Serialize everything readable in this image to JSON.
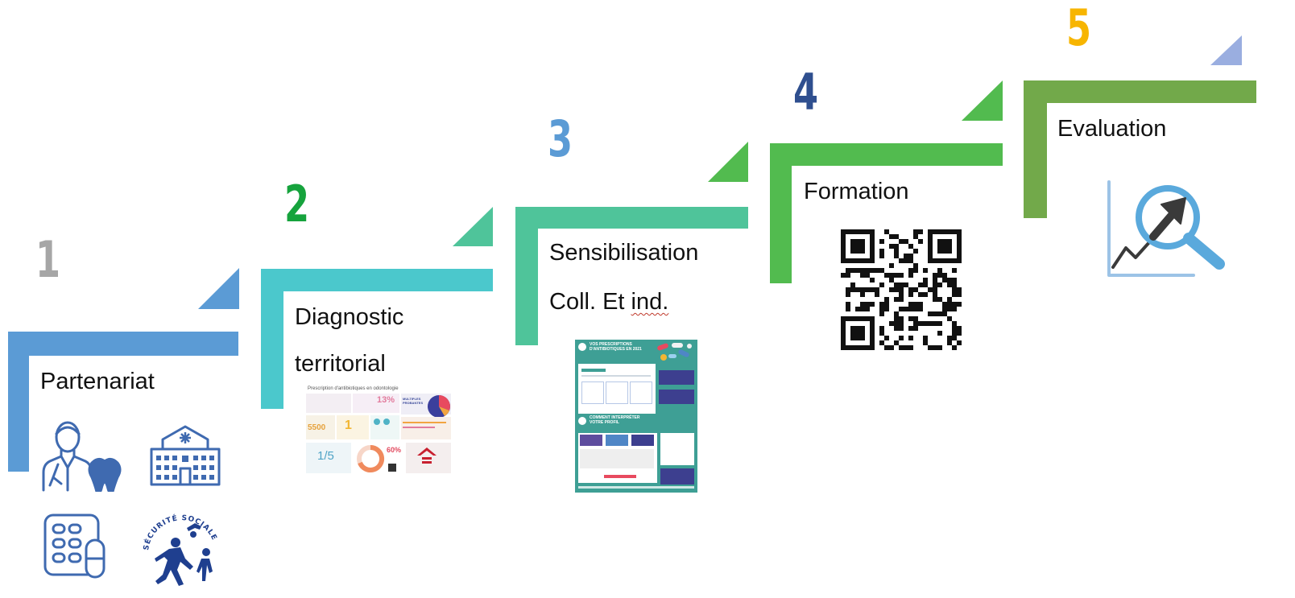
{
  "colors": {
    "step1": "#5b9bd5",
    "step2": "#4bc8cc",
    "step3": "#4fc49a",
    "step4": "#52bb4f",
    "step5": "#72a94a",
    "num1": "#a6a6a6",
    "num2": "#16a33d",
    "num3": "#5b9bd5",
    "num4": "#2f4f8f",
    "num5": "#f7b500"
  },
  "steps": [
    {
      "number": "1",
      "label": "Partenariat",
      "icons": [
        "doctor-tooth-icon",
        "hospital-icon",
        "pill-box-icon",
        "securite-sociale-logo"
      ]
    },
    {
      "number": "2",
      "label_line1": "Diagnostic",
      "label_line2": "territorial",
      "thumbnail_title": "Prescription d'antibiotiques en odontologie"
    },
    {
      "number": "3",
      "label_line1": "Sensibilisation",
      "label_line2a": "Coll. Et ",
      "label_line2b": "ind.",
      "poster_title": "VOS PRESCRIPTIONS D'ANTIBIOTIQUES EN 2021",
      "poster_subtitle": "COMMENT INTERPRÉTER VOTRE PROFIL"
    },
    {
      "number": "4",
      "label": "Formation",
      "icons": [
        "qr-code-icon"
      ]
    },
    {
      "number": "5",
      "label": "Evaluation",
      "icons": [
        "analytics-magnifier-icon"
      ]
    }
  ],
  "logo_text": "SÉCURITÉ SOCIALE",
  "thumb2": {
    "stat1": "13%",
    "stat2": "5500",
    "stat3": "1",
    "stat4": "1/5",
    "stat5": "60%",
    "stat6": "MULTIPLES PROBANTES"
  }
}
